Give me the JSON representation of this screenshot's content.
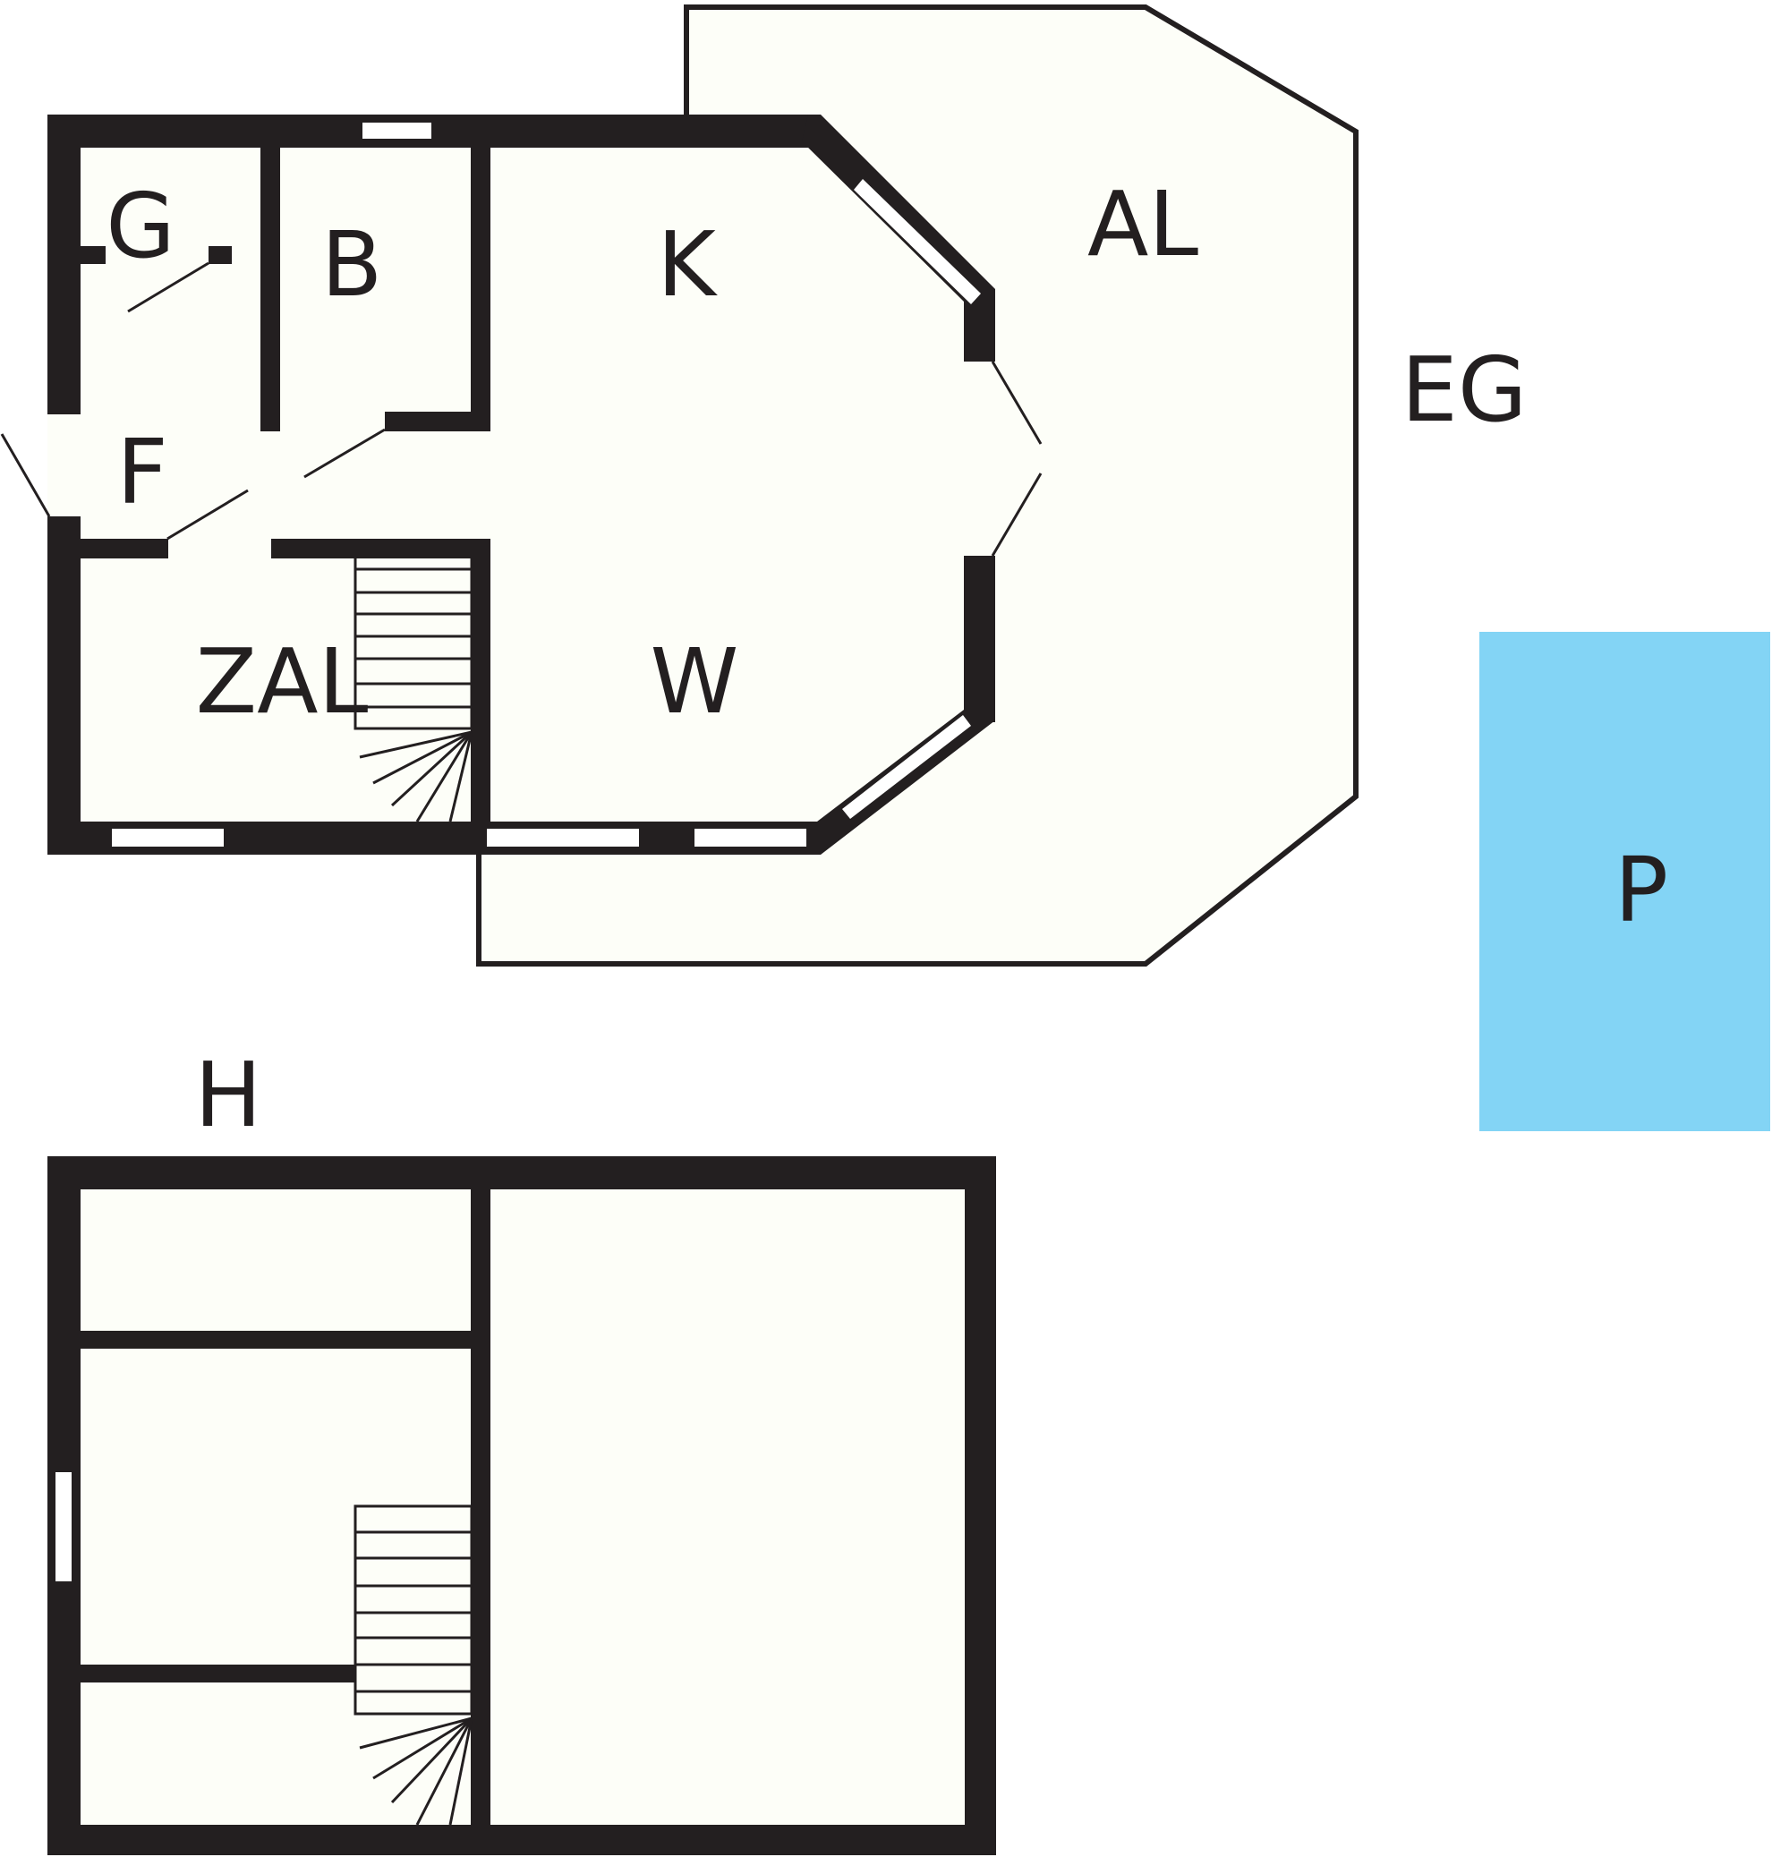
{
  "labels": {
    "garage": "G",
    "bath": "B",
    "kitchen": "K",
    "terrace": "AL",
    "ground_floor": "EG",
    "hall": "F",
    "hall_room": "ZAL",
    "living": "W",
    "upper_floor": "H",
    "pool": "P"
  },
  "colors": {
    "wall": "#231f20",
    "floor": "#fdfef8",
    "pool": "#83d4f5",
    "background": "#ffffff"
  }
}
